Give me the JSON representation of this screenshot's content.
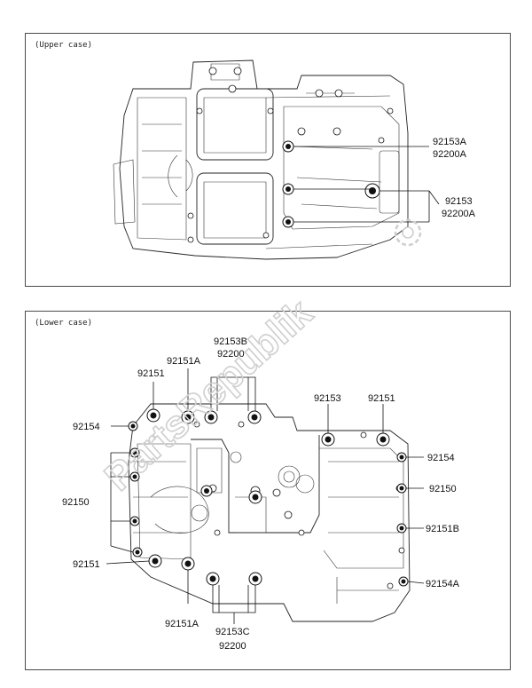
{
  "upper": {
    "title": "(Upper case)"
  },
  "lower": {
    "title": "(Lower case)"
  },
  "watermark": {
    "text": "PartsRepublik"
  },
  "labels": {
    "u_92153A": "92153A",
    "u_92200A_1": "92200A",
    "u_92153": "92153",
    "u_92200A_2": "92200A",
    "l_92153B": "92153B",
    "l_92200_top": "92200",
    "l_92151A_top": "92151A",
    "l_92151_topleft": "92151",
    "l_92154_left": "92154",
    "l_92150_left": "92150",
    "l_92151_left": "92151",
    "l_92151A_bottom": "92151A",
    "l_92153C": "92153C",
    "l_92200_bottom": "92200",
    "l_92153_top": "92153",
    "l_92151_topright": "92151",
    "l_92154_right": "92154",
    "l_92150_right": "92150",
    "l_92151B": "92151B",
    "l_92154A": "92154A"
  }
}
